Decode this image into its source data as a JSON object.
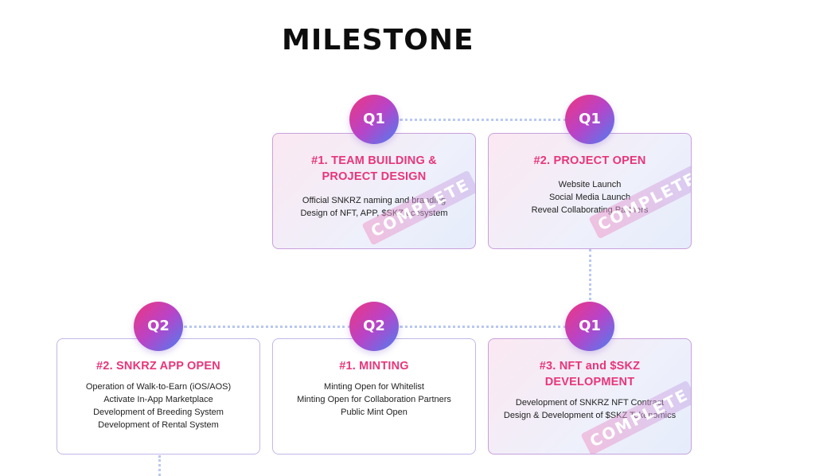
{
  "heading": "MILESTONE",
  "colors": {
    "accent_pink": "#e8357a",
    "badge_gradient": [
      "#f0357e",
      "#b744c8",
      "#4c7ef2"
    ],
    "connector": "#b9c8f0"
  },
  "milestones": [
    {
      "quarter": "Q1",
      "title_lines": [
        "#1. TEAM BUILDING &",
        "PROJECT DESIGN"
      ],
      "items": [
        "Official SNKRZ naming and branding",
        "Design of NFT, APP, $SKZ ecosystem"
      ],
      "stamp": "COMPLETE"
    },
    {
      "quarter": "Q1",
      "title_lines": [
        "#2. PROJECT OPEN"
      ],
      "items": [
        "Website Launch",
        "Social Media Launch",
        "Reveal Collaborating Partners"
      ],
      "stamp": "COMPLETE"
    },
    {
      "quarter": "Q1",
      "title_lines": [
        "#3. NFT and $SKZ",
        "DEVELOPMENT"
      ],
      "items": [
        "Development of SNKRZ NFT Contract",
        "Design & Development of $SKZ Tokenomics"
      ],
      "stamp": "COMPLETE"
    },
    {
      "quarter": "Q2",
      "title_lines": [
        "#1. MINTING"
      ],
      "items": [
        "Minting Open for Whitelist",
        "Minting Open for Collaboration Partners",
        "Public Mint Open"
      ]
    },
    {
      "quarter": "Q2",
      "title_lines": [
        "#2. SNKRZ APP OPEN"
      ],
      "items": [
        "Operation of Walk-to-Earn (iOS/AOS)",
        "Activate In-App Marketplace",
        "Development of Breeding System",
        "Development of Rental System"
      ]
    }
  ]
}
